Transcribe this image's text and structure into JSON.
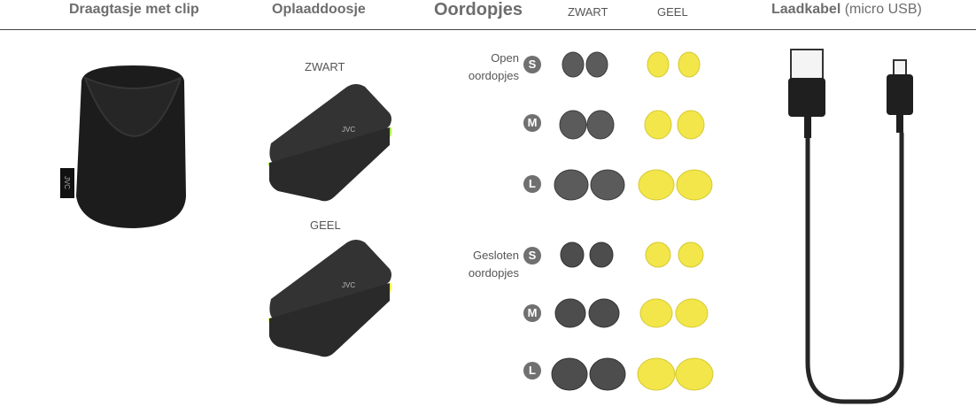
{
  "headers": {
    "pouch": "Draagtasje met clip",
    "case": "Oplaaddoosje",
    "tips": "Oordopjes",
    "black": "ZWART",
    "yellow": "GEEL",
    "cable": "Laadkabel",
    "cable_suffix": "(micro USB)"
  },
  "case_labels": {
    "black": "ZWART",
    "yellow": "GEEL"
  },
  "tip_groups": {
    "open": {
      "line1": "Open",
      "line2": "oordopjes"
    },
    "closed": {
      "line1": "Gesloten",
      "line2": "oordopjes"
    }
  },
  "sizes": [
    "S",
    "M",
    "L"
  ],
  "logo_text": "JVC",
  "colors": {
    "black_tip": "#5b5b5b",
    "yellow_tip": "#f2e64a",
    "case_black": "#2f2f2f",
    "accent_green": "#a6ff3a",
    "accent_yellow": "#f0ff3a"
  }
}
